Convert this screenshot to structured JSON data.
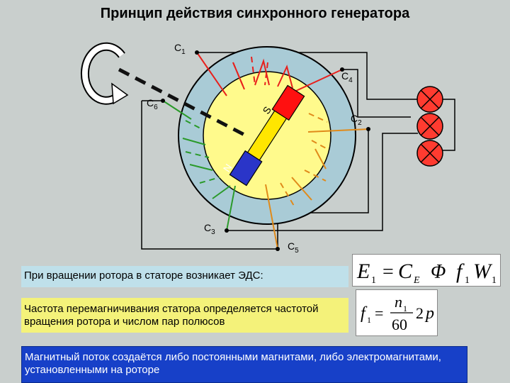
{
  "title": "Принцип действия синхронного генератора",
  "labels": {
    "c1": "С",
    "c1_sub": "1",
    "c2": "С",
    "c2_sub": "2",
    "c3": "С",
    "c3_sub": "3",
    "c4": "С",
    "c4_sub": "4",
    "c5": "С",
    "c5_sub": "5",
    "c6": "С",
    "c6_sub": "6",
    "pole_s": "S",
    "pole_n": "N"
  },
  "texts": {
    "emf": "При вращении ротора в статоре возникает ЭДС:",
    "frequency": "Частота перемагничивания статора определяется частотой вращения ротора и числом пар полюсов",
    "flux": "Магнитный поток создаётся либо постоянными магнитами, либо электромагнитами, установленными на роторе"
  },
  "formula1": {
    "E": "E",
    "E_sub": "1",
    "eq": "=",
    "C": "C",
    "C_sub": "E",
    "Phi": "Φ",
    "f": "f",
    "f_sub": "1",
    "W": "W",
    "W_sub": "1"
  },
  "formula2": {
    "f": "f",
    "f_sub": "1",
    "eq": "=",
    "num": "n",
    "num_sub": "1",
    "den": "60",
    "mult": "2",
    "p": "p"
  },
  "colors": {
    "background": "#c9cfcd",
    "stator": "#a9cbd6",
    "rotor": "#fffa8c",
    "pole_s": "#ff1010",
    "pole_n": "#2a35c8",
    "magnet_bar": "#ffe600",
    "lamp": "#ff3b30",
    "coil_c1_c4": "#e8201c",
    "coil_c2_c5": "#e08a1a",
    "coil_c3_c6": "#2a9a2a",
    "wire": "#000000",
    "emf_box": "#bfe0ea",
    "frequency_box": "#f4f27a",
    "flux_box": "#1740c8"
  },
  "icons": [
    "rotation-arrow-icon",
    "lamp-icon"
  ]
}
